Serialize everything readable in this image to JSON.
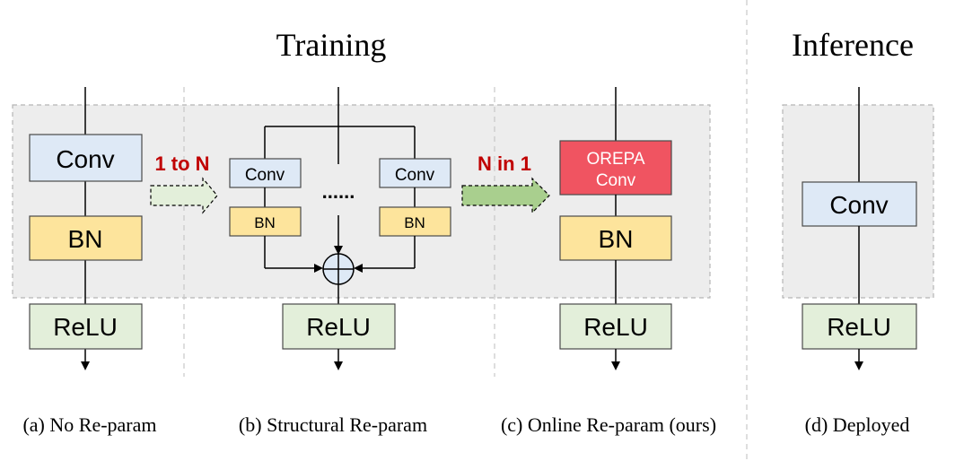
{
  "titles": {
    "training": "Training",
    "inference": "Inference"
  },
  "labels": {
    "conv": "Conv",
    "bn": "BN",
    "relu": "ReLU",
    "orepa_line1": "OREPA",
    "orepa_line2": "Conv",
    "ellipsis": "......",
    "one_to_n": "1 to N",
    "n_in_one": "N in 1"
  },
  "captions": {
    "a": "(a) No Re-param",
    "b": "(b) Structural Re-param",
    "c": "(c) Online Re-param (ours)",
    "d": "(d) Deployed"
  },
  "colors": {
    "conv_fill": "#dee9f6",
    "bn_fill": "#fde49c",
    "relu_fill": "#e3efda",
    "orepa_fill": "#f05461",
    "panel_fill": "#ededed",
    "arrow_light_fill": "#e3efda",
    "arrow_dark_fill": "#a9cf8e"
  }
}
